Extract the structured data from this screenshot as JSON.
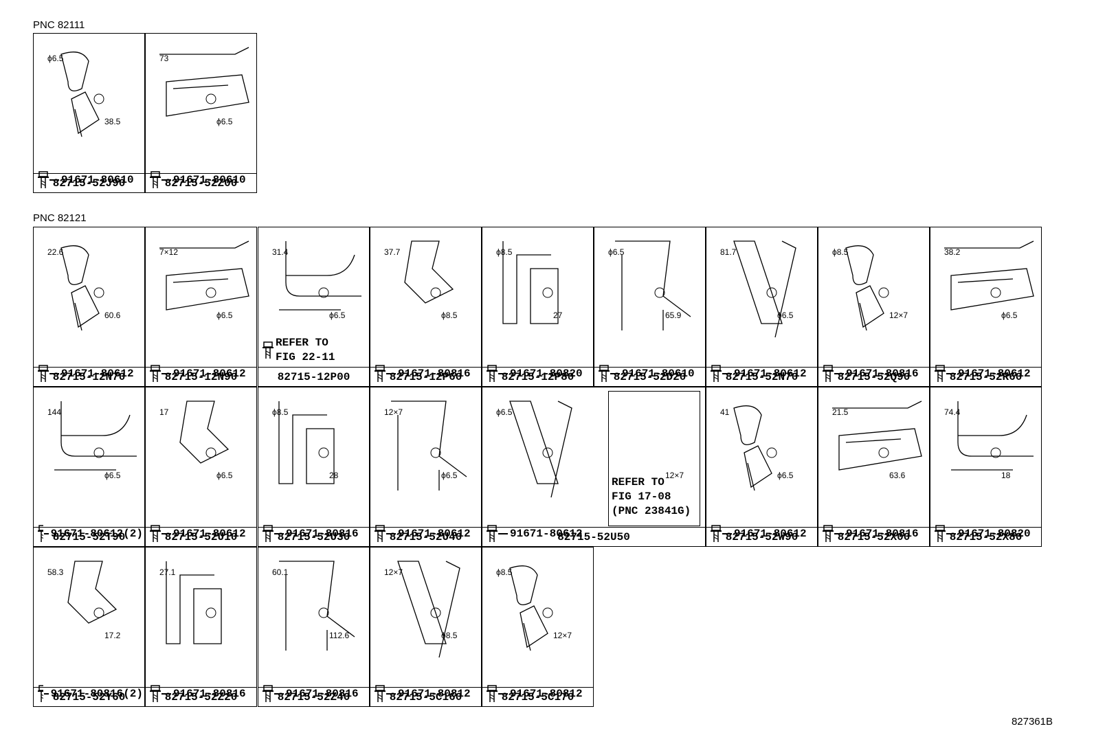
{
  "groups": [
    {
      "pnc_label": "PNC 82111",
      "cells": [
        {
          "part": "82715-52J90",
          "fastener": "91671-80610",
          "dims": [
            "ϕ6.5",
            "38.5"
          ]
        },
        {
          "part": "82715-52Z00",
          "fastener": "91671-80610",
          "dims": [
            "73",
            "ϕ6.5"
          ]
        }
      ]
    },
    {
      "pnc_label": "PNC 82121",
      "cells": [
        {
          "part": "82715-12N70",
          "fastener": "91671-80612",
          "dims": [
            "22.6",
            "60.6"
          ]
        },
        {
          "part": "82715-12N90",
          "fastener": "91671-80612",
          "dims": [
            "7×12",
            "ϕ6.5"
          ]
        },
        {
          "part": "82715-12P00",
          "refer": [
            "REFER TO",
            "FIG 22-11"
          ],
          "dims": [
            "31.4",
            "ϕ6.5"
          ]
        },
        {
          "part": "82715-12P60",
          "fastener": "91671-80816",
          "dims": [
            "37.7",
            "ϕ8.5"
          ]
        },
        {
          "part": "82715-12P80",
          "fastener": "91671-80820",
          "dims": [
            "ϕ8.5",
            "27"
          ]
        },
        {
          "part": "82715-52D20",
          "fastener": "91671-80610",
          "dims": [
            "ϕ6.5",
            "65.9"
          ]
        },
        {
          "part": "82715-52N70",
          "fastener": "91671-80612",
          "dims": [
            "81.7",
            "ϕ6.5"
          ]
        },
        {
          "part": "82715-52Q90",
          "fastener": "91671-80816",
          "dims": [
            "ϕ8.5",
            "12×7"
          ]
        },
        {
          "part": "82715-52R60",
          "fastener": "91671-80612",
          "dims": [
            "38.2",
            "ϕ6.5"
          ]
        },
        {
          "part": "82715-52T90",
          "fastener": "91671-80612(2)",
          "dims": [
            "144",
            "ϕ6.5"
          ]
        },
        {
          "part": "82715-52U10",
          "fastener": "91671-80612",
          "dims": [
            "17",
            "ϕ6.5"
          ]
        },
        {
          "part": "82715-52U30",
          "fastener": "91671-80816",
          "dims": [
            "ϕ8.5",
            "28"
          ]
        },
        {
          "part": "82715-52U40",
          "fastener": "91671-80612",
          "dims": [
            "12×7",
            "ϕ6.5"
          ]
        },
        {
          "part": "82715-52U50",
          "fastener": "91671-80612",
          "dims": [
            "ϕ6.5",
            "12×7"
          ],
          "refer": [
            "REFER TO",
            "FIG 17-08",
            "(PNC 23841G)"
          ]
        },
        {
          "part": "82715-52W90",
          "fastener": "91671-80612",
          "dims": [
            "41",
            "ϕ6.5"
          ]
        },
        {
          "part": "82715-52X00",
          "fastener": "91671-80816",
          "dims": [
            "21.5",
            "63.6"
          ]
        },
        {
          "part": "82715-52X80",
          "fastener": "91671-80820",
          "dims": [
            "74.4",
            "18"
          ]
        },
        {
          "part": "82715-52Y60",
          "fastener": "91671-80816(2)",
          "dims": [
            "58.3",
            "17.2"
          ]
        },
        {
          "part": "82715-52Z20",
          "fastener": "91671-80816",
          "dims": [
            "27.1"
          ]
        },
        {
          "part": "82715-52Z40",
          "fastener": "91671-80816",
          "dims": [
            "60.1",
            "112.6"
          ]
        },
        {
          "part": "82715-5C160",
          "fastener": "91671-80812",
          "dims": [
            "12×7",
            "ϕ8.5"
          ]
        },
        {
          "part": "82715-5C170",
          "fastener": "91671-80812",
          "dims": [
            "ϕ8.5",
            "12×7"
          ]
        }
      ]
    }
  ],
  "figure_id": "827361B",
  "icons": {
    "fastener": "flange-bolt-icon"
  }
}
